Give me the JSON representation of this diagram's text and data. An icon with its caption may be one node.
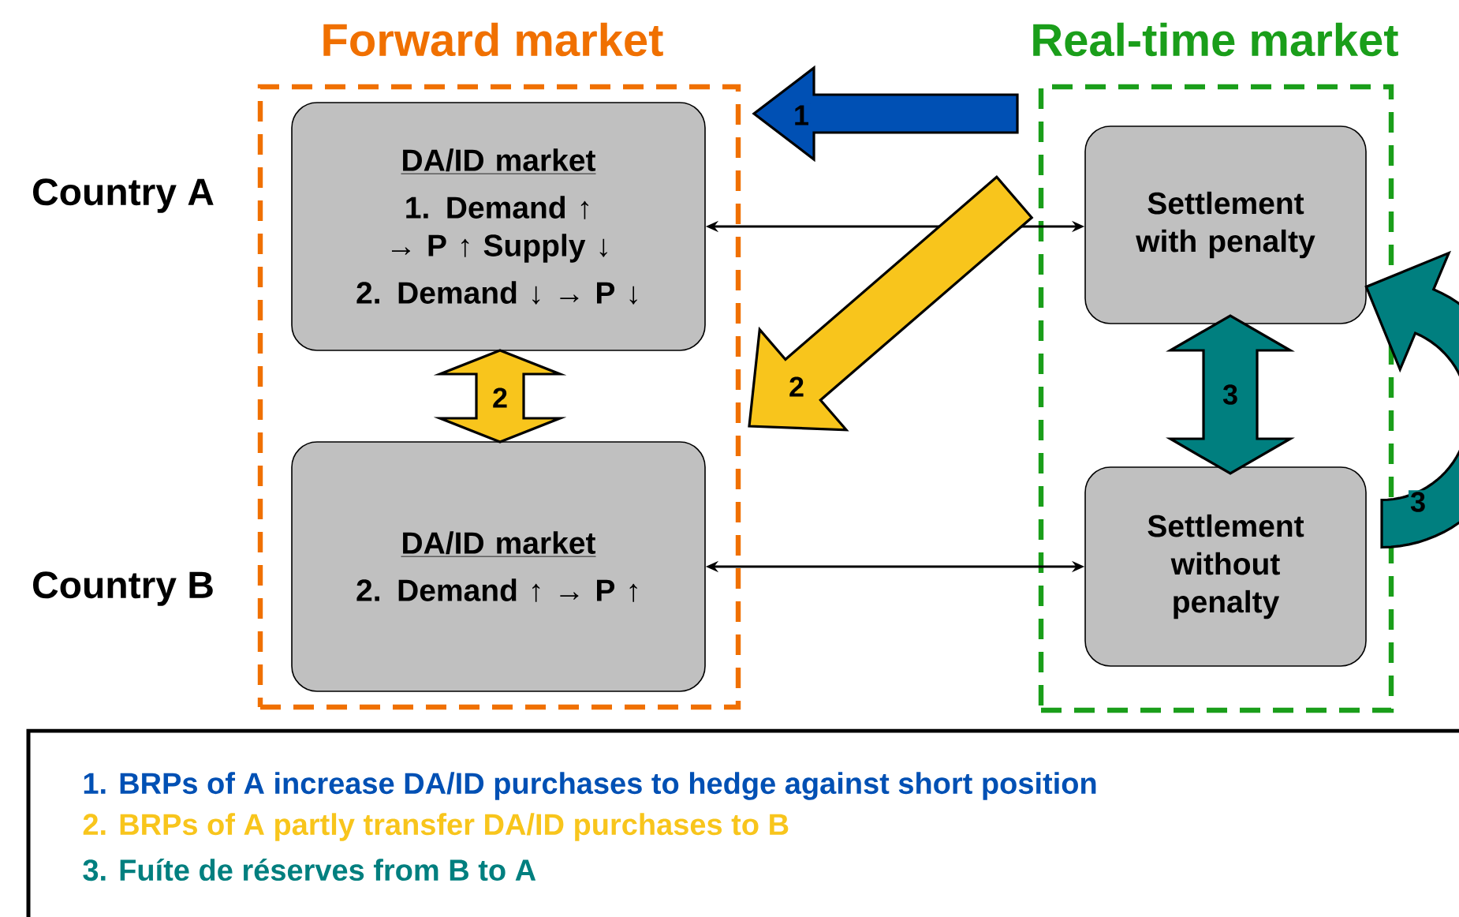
{
  "diagram": {
    "nodes": [
      {
        "text": [
          "Forward market"
        ]
      },
      {
        "text": [
          "DA/ID market",
          "1. Demand ↑ → P ↑ Supply ↓",
          "2. Demand ↓ → P ↓"
        ],
        "in": 0
      },
      {
        "text": [
          "DA/ID market",
          "2. Demand ↑ → P ↑"
        ],
        "in": 0
      },
      {
        "text": [
          "Real-time market"
        ]
      },
      {
        "text": [
          "Settlement with penalty"
        ],
        "in": 3
      },
      {
        "text": [
          "Settlement without penalty"
        ],
        "in": 3
      }
    ],
    "edges": [
      {
        "from": 3,
        "to": 0,
        "arrow": "to",
        "label": "1",
        "style": "thick",
        "color": "#0050b4"
      },
      {
        "from": 1,
        "to": 4,
        "arrow": "both"
      },
      {
        "from": 2,
        "to": 5,
        "arrow": "both"
      },
      {
        "from": 3,
        "to": 0,
        "arrow": "to",
        "label": "2",
        "style": "thick",
        "color": "#f8c51c"
      },
      {
        "from": 1,
        "to": 2,
        "arrow": "both",
        "label": "2",
        "style": "thick",
        "color": "#f8c51c"
      },
      {
        "from": 4,
        "to": 5,
        "arrow": "both",
        "label": "3",
        "style": "thick",
        "color": "#007f7f"
      },
      {
        "from": 5,
        "to": 4,
        "arrow": "to",
        "label": "3",
        "style": "thick",
        "color": "#007f7f"
      }
    ],
    "labels": [
      "Country A",
      "Country B"
    ],
    "legend": [
      {
        "text": "1. BRPs of A increase DA/ID purchases to hedge against short position",
        "color": "#0050b4"
      },
      {
        "text": "2. BRPs of A partly transfer DA/ID purchases to B",
        "color": "#f8c51c"
      },
      {
        "text": "3. Fuíte de réserves from B to A",
        "color": "#007f7f"
      }
    ]
  }
}
